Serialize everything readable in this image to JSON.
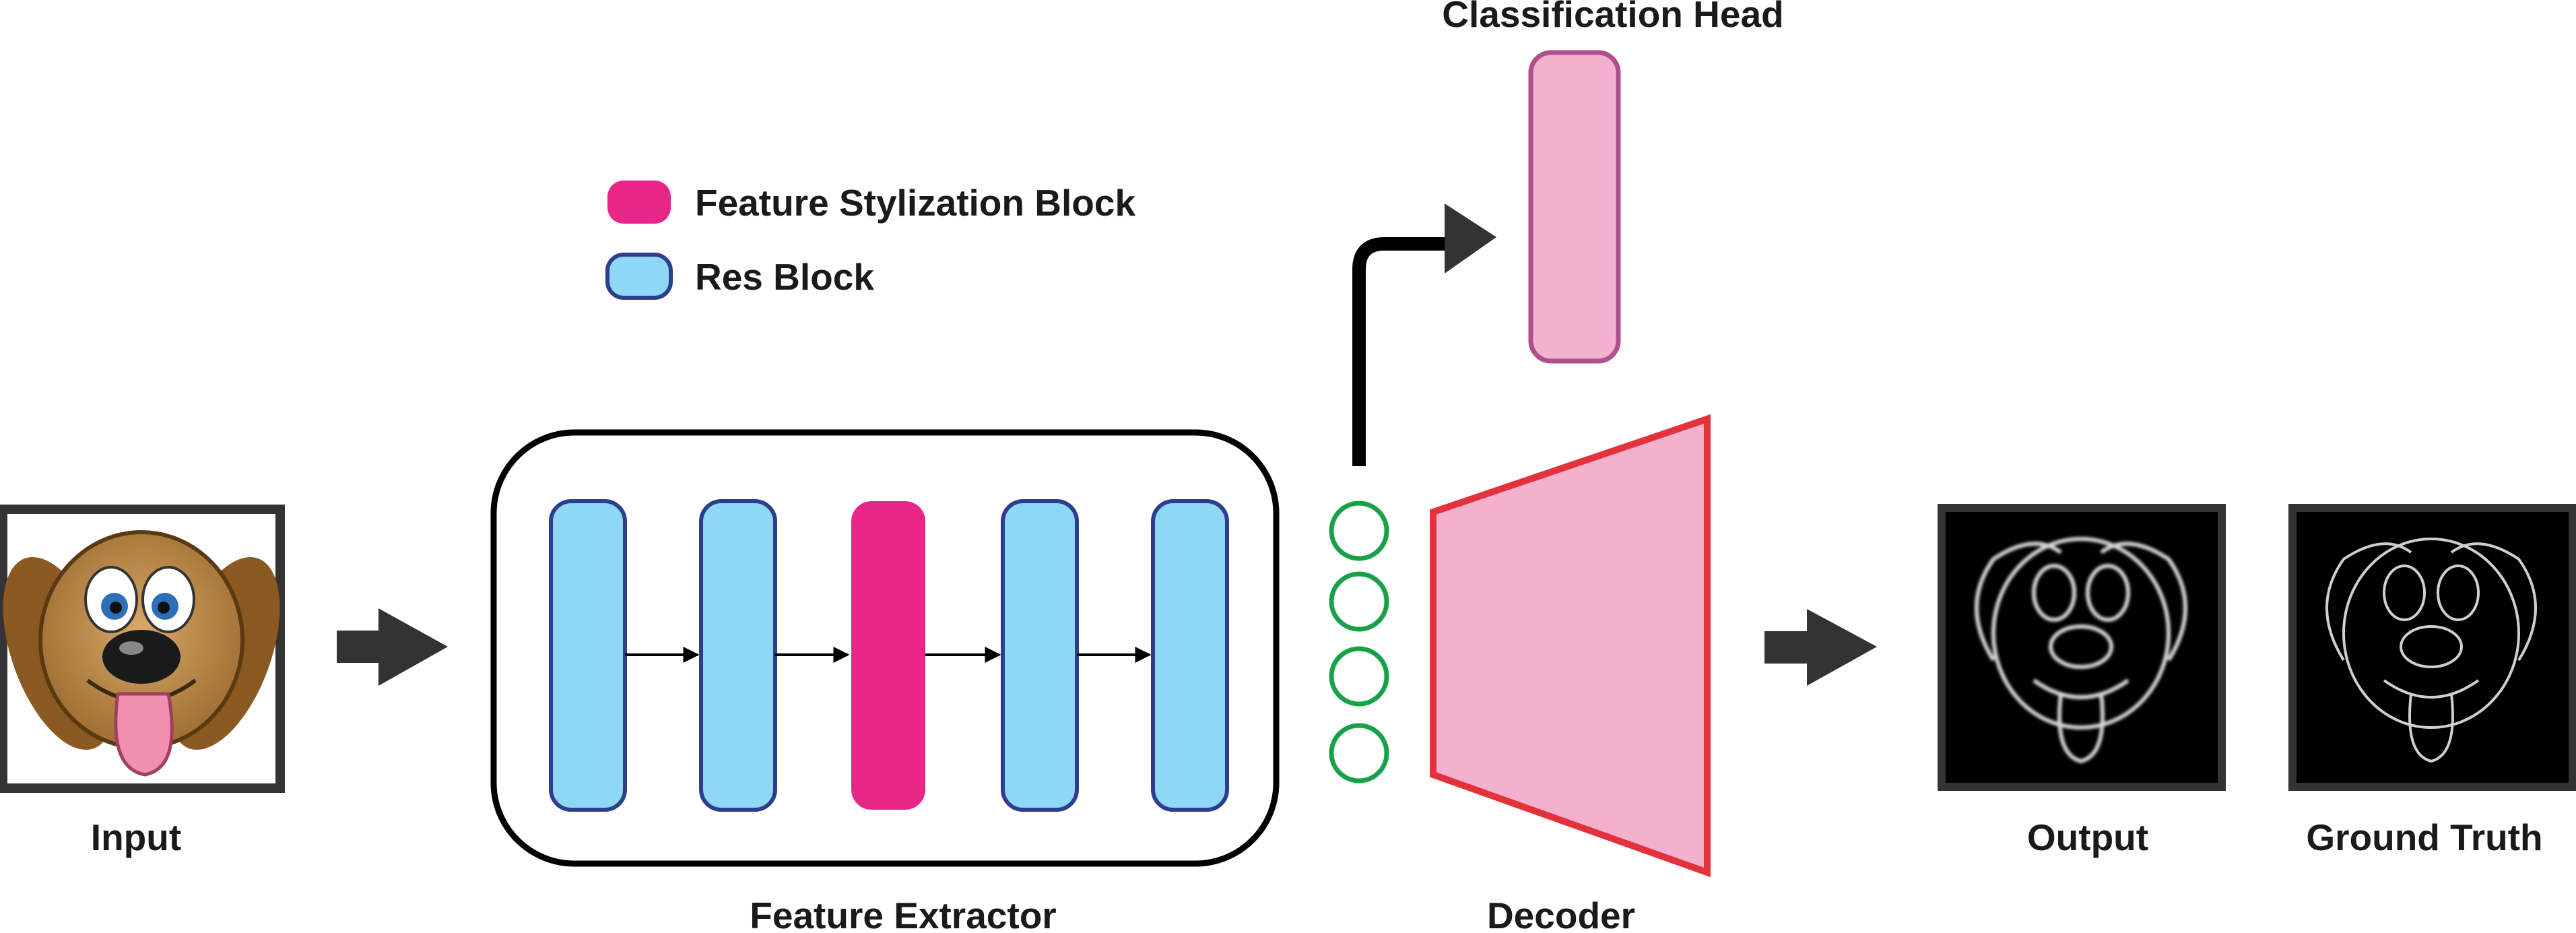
{
  "labels": {
    "classification_head": "Classification Head",
    "input": "Input",
    "feature_extractor": "Feature Extractor",
    "decoder": "Decoder",
    "output": "Output",
    "ground_truth": "Ground Truth"
  },
  "legend": {
    "feature_stylization_block": "Feature Stylization Block",
    "res_block": "Res Block"
  },
  "colors": {
    "res_block_fill": "#8ed7f5",
    "res_block_stroke": "#2e3e8f",
    "stylization_fill": "#e8268a",
    "classifier_fill": "#f4b0cf",
    "classifier_stroke": "#b0508a",
    "decoder_fill": "#f4b0cf",
    "decoder_stroke": "#e3323a",
    "latent_stroke": "#17a24a",
    "arrow": "#333333"
  },
  "feature_extractor_blocks": [
    "res-block",
    "res-block",
    "feature-stylization-block",
    "res-block",
    "res-block"
  ],
  "latent_nodes": 4,
  "icons": {
    "input_image": "cartoon-dog-icon",
    "output_image": "dog-edge-map-icon",
    "ground_truth_image": "dog-edge-map-icon"
  }
}
